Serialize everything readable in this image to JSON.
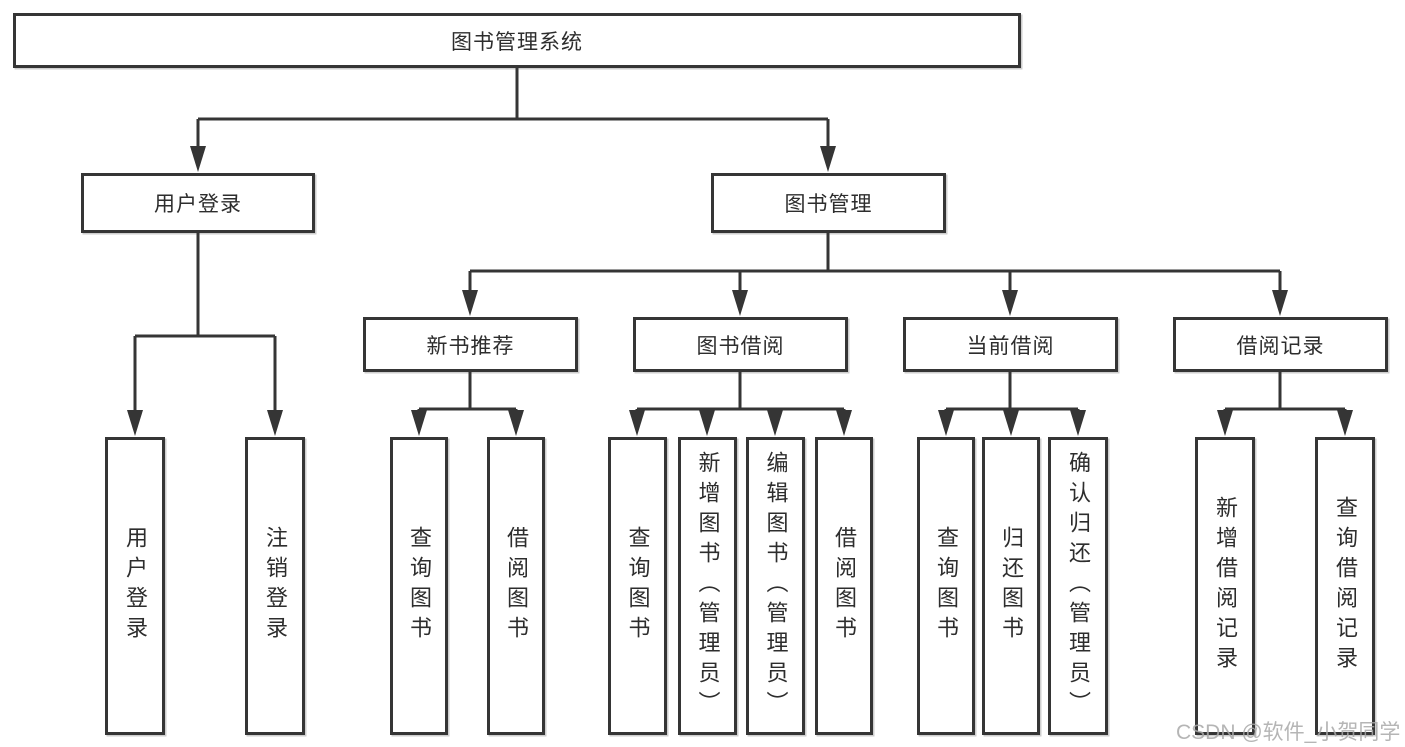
{
  "diagram": {
    "title": "图书管理系统",
    "branches": [
      {
        "label": "用户登录",
        "leaves": [
          {
            "label": "用户登录"
          },
          {
            "label": "注销登录"
          }
        ]
      },
      {
        "label": "图书管理",
        "groups": [
          {
            "label": "新书推荐",
            "leaves": [
              {
                "label": "查询图书"
              },
              {
                "label": "借阅图书"
              }
            ]
          },
          {
            "label": "图书借阅",
            "leaves": [
              {
                "label": "查询图书"
              },
              {
                "label": "新增图书（管理员）"
              },
              {
                "label": "编辑图书（管理员）"
              },
              {
                "label": "借阅图书"
              }
            ]
          },
          {
            "label": "当前借阅",
            "leaves": [
              {
                "label": "查询图书"
              },
              {
                "label": "归还图书"
              },
              {
                "label": "确认归还（管理员）"
              }
            ]
          },
          {
            "label": "借阅记录",
            "leaves": [
              {
                "label": "新增借阅记录"
              },
              {
                "label": "查询借阅记录"
              }
            ]
          }
        ]
      }
    ]
  },
  "watermark": {
    "text": "CSDN @软件_小贺同学"
  },
  "colors": {
    "line": "#353535",
    "box_border": "#353535",
    "text": "#2d2d2d",
    "watermark": "#a9a9a9",
    "background": "#ffffff"
  }
}
